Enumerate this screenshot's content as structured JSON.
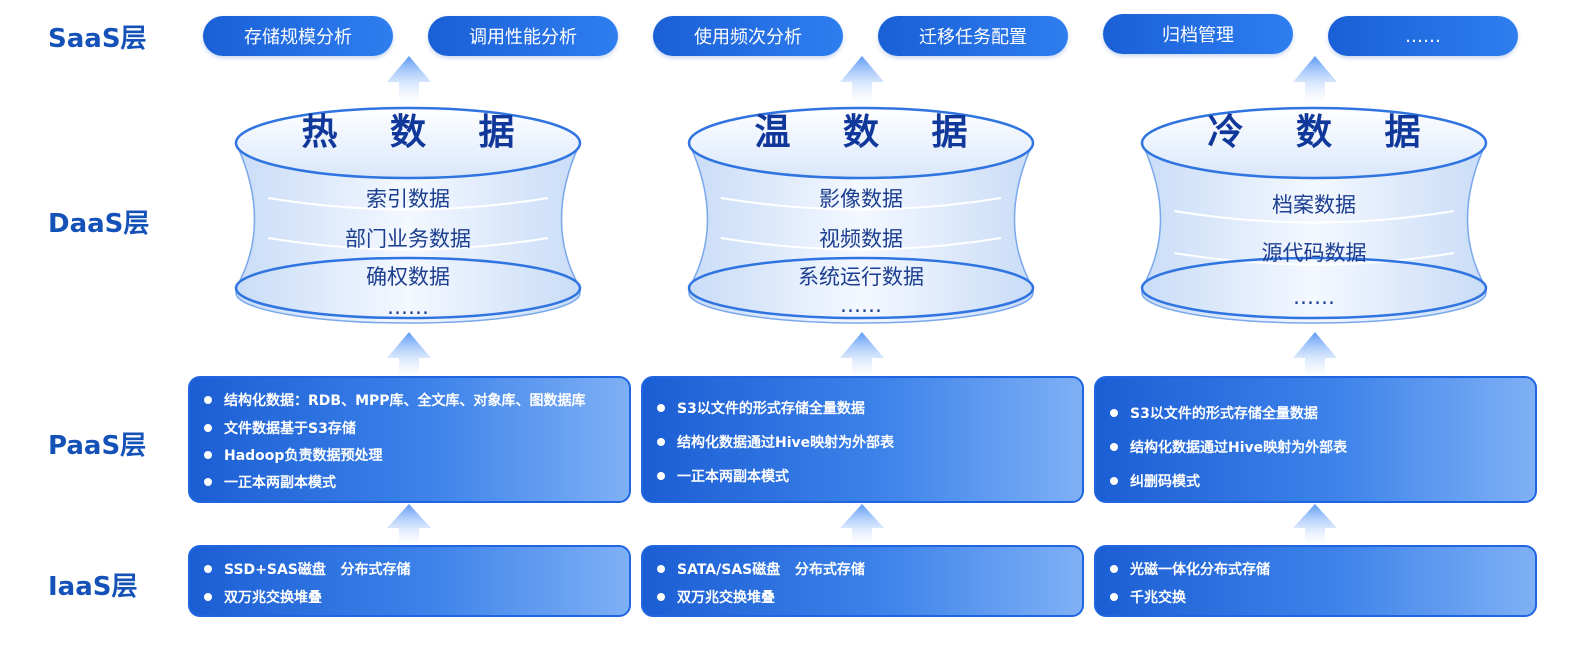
{
  "layers": {
    "saas": "SaaS层",
    "daas": "DaaS层",
    "paas": "PaaS层",
    "iaas": "IaaS层"
  },
  "saas_pills": [
    "存储规模分析",
    "调用性能分析",
    "使用频次分析",
    "迁移任务配置",
    "归档管理",
    "……"
  ],
  "columns": [
    {
      "title": "热 数 据",
      "items": [
        "索引数据",
        "部门业务数据",
        "确权数据",
        "……"
      ],
      "paas": [
        "结构化数据：RDB、MPP库、全文库、对象库、图数据库",
        "文件数据基于S3存储",
        "Hadoop负责数据预处理",
        "一正本两副本模式"
      ],
      "iaas": [
        "SSD+SAS磁盘   分布式存储",
        "双万兆交换堆叠"
      ]
    },
    {
      "title": "温 数 据",
      "items": [
        "影像数据",
        "视频数据",
        "系统运行数据",
        "……"
      ],
      "paas": [
        "S3以文件的形式存储全量数据",
        "结构化数据通过Hive映射为外部表",
        "一正本两副本模式"
      ],
      "iaas": [
        "SATA/SAS磁盘   分布式存储",
        "双万兆交换堆叠"
      ]
    },
    {
      "title": "冷 数 据",
      "items": [
        "档案数据",
        "源代码数据",
        "……"
      ],
      "paas": [
        "S3以文件的形式存储全量数据",
        "结构化数据通过Hive映射为外部表",
        "纠删码模式"
      ],
      "iaas": [
        "光磁一体化分布式存储",
        "千兆交换"
      ]
    }
  ],
  "colors": {
    "primary": "#1a5fd6",
    "title": "#10379a",
    "label": "#1552b8"
  }
}
